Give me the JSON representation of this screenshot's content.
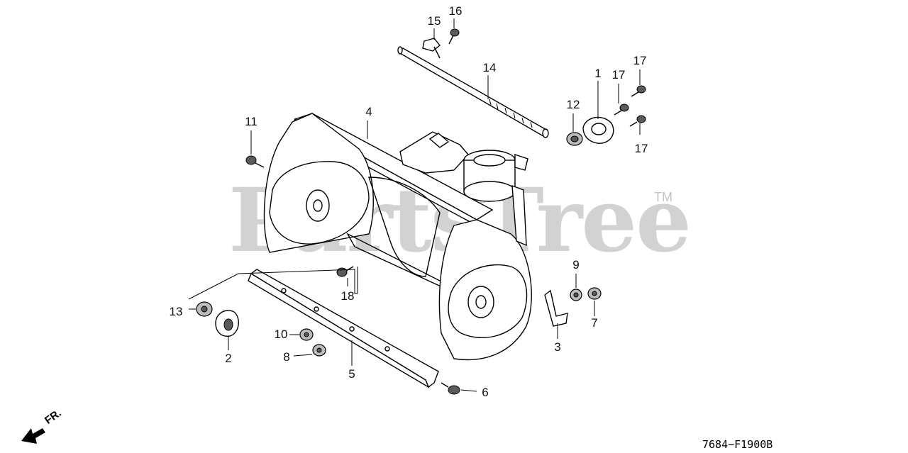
{
  "watermark": {
    "text": "PartsTree",
    "trademark": "TM"
  },
  "diagram_code": "7684−F1900B",
  "direction_label": "FR.",
  "callouts": [
    {
      "key": "p1",
      "text": "1"
    },
    {
      "key": "p2",
      "text": "2"
    },
    {
      "key": "p3",
      "text": "3"
    },
    {
      "key": "p4",
      "text": "4"
    },
    {
      "key": "p5",
      "text": "5"
    },
    {
      "key": "p6",
      "text": "6"
    },
    {
      "key": "p7",
      "text": "7"
    },
    {
      "key": "p8",
      "text": "8"
    },
    {
      "key": "p9",
      "text": "9"
    },
    {
      "key": "p10",
      "text": "10"
    },
    {
      "key": "p11",
      "text": "11"
    },
    {
      "key": "p12",
      "text": "12"
    },
    {
      "key": "p13",
      "text": "13"
    },
    {
      "key": "p14",
      "text": "14"
    },
    {
      "key": "p15",
      "text": "15"
    },
    {
      "key": "p16",
      "text": "16"
    },
    {
      "key": "p17a",
      "text": "17"
    },
    {
      "key": "p17b",
      "text": "17"
    },
    {
      "key": "p17c",
      "text": "17"
    },
    {
      "key": "p18",
      "text": "18"
    }
  ]
}
